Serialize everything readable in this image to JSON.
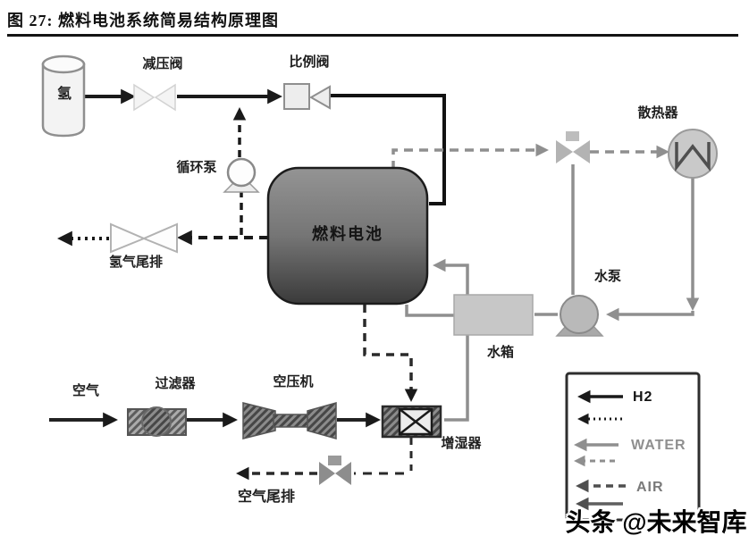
{
  "title": "图 27: 燃料电池系统简易结构原理图",
  "watermark": "头条 @未来智库",
  "diagram": {
    "components": {
      "hydrogen_tank": "氢",
      "pressure_reducing_valve": "减压阀",
      "proportional_valve": "比例阀",
      "circulation_pump": "循环泵",
      "hydrogen_exhaust": "氢气尾排",
      "fuel_cell": "燃料电池",
      "radiator": "散热器",
      "water_pump": "水泵",
      "water_tank": "水箱",
      "air_inlet": "空气",
      "filter": "过滤器",
      "air_compressor": "空压机",
      "humidifier": "增湿器",
      "air_exhaust": "空气尾排"
    },
    "legend": {
      "h2_label": "H2",
      "water_label": "WATER",
      "air_label": "AIR",
      "line_styles": {
        "h2": [
          "solid-black",
          "dotted-black"
        ],
        "water": [
          "solid-gray",
          "dashed-gray"
        ],
        "air": [
          "dashed-dark",
          "solid-dark"
        ]
      }
    }
  },
  "colors": {
    "h2_line": "#1a1a1a",
    "water_line": "#8f8f8f",
    "air_line": "#2e2e2e",
    "legend_air_line": "#4f4f4f",
    "fuel_cell_gradient_top": "#949494",
    "fuel_cell_gradient_bottom": "#3a3a3a",
    "water_tank_fill": "#c7c7c7",
    "pump_fill": "#b9b9b9",
    "radiator_fill": "#c9c9c9"
  }
}
